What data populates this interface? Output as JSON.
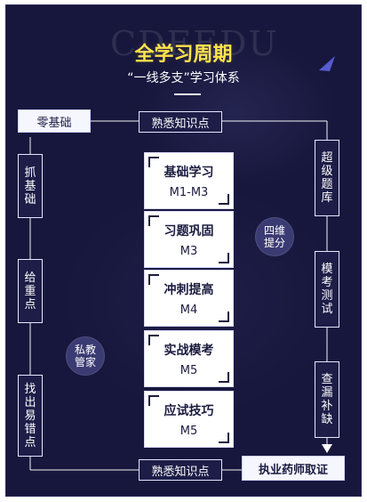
{
  "header": {
    "watermark": "CDEEDU",
    "title": "全学习周期",
    "subtitle": "“一线多支”学习体系"
  },
  "flow": {
    "top_left": "零基础",
    "top_center": "熟悉知识点",
    "bottom_center": "熟悉知识点",
    "bottom_right": "执业药师取证",
    "left_steps": [
      [
        "抓",
        "基",
        "础"
      ],
      [
        "给",
        "重",
        "点"
      ],
      [
        "找",
        "出",
        "易",
        "错",
        "点"
      ]
    ],
    "right_steps": [
      [
        "超",
        "级",
        "题",
        "库"
      ],
      [
        "模",
        "考",
        "测",
        "试"
      ],
      [
        "查",
        "漏",
        "补",
        "缺"
      ]
    ]
  },
  "cards": [
    {
      "title": "基础学习",
      "subtitle": "M1-M3"
    },
    {
      "title": "习题巩固",
      "subtitle": "M3"
    },
    {
      "title": "冲刺提高",
      "subtitle": "M4"
    },
    {
      "title": "实战模考",
      "subtitle": "M5"
    },
    {
      "title": "应试技巧",
      "subtitle": "M5"
    }
  ],
  "badges": {
    "left": [
      "私教",
      "管家"
    ],
    "right": [
      "四维",
      "提分"
    ]
  },
  "colors": {
    "background": "#17173d",
    "accent_yellow": "#ffe44d",
    "line": "#ffffff",
    "card": "#ffffff",
    "dark_box": "#1d1d48",
    "bubble": "#3b3b73"
  },
  "icons": {
    "top_right_triangle": "triangle-decor-icon",
    "arrowhead": "arrowhead-icon"
  }
}
